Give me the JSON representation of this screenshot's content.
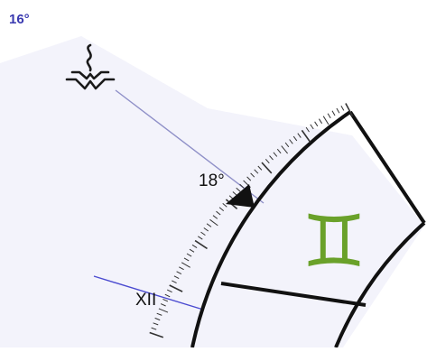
{
  "labels": {
    "degree_corner": "16°",
    "degree_marker": "18°",
    "house": "XII"
  },
  "zodiac": {
    "sign": "Gemini",
    "glyph": "♊",
    "color": "#6aa12a"
  },
  "planet": {
    "glyph_name": "south-node-icon",
    "color": "#1a1a1a"
  },
  "colors": {
    "degree_label": "#3a3ab0",
    "planet_line": "#8f90c8",
    "house_line": "#4a4ad0",
    "ring_stroke": "#111111",
    "tick": "#333333",
    "shade": "#f2f2fb"
  }
}
